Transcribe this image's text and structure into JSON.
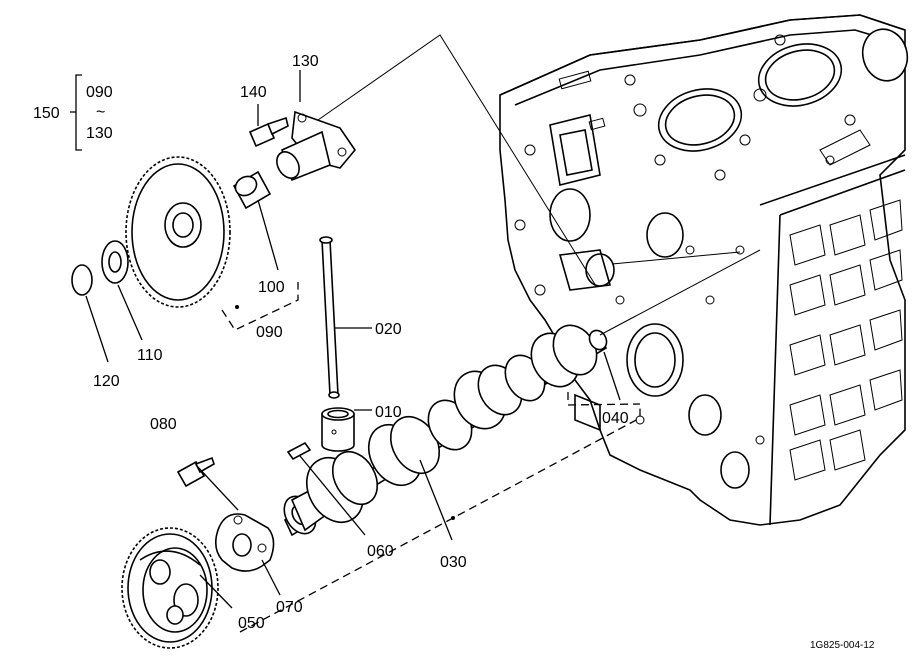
{
  "diagram": {
    "drawing_code": "1G825-004-12",
    "group_label": {
      "code": "150",
      "range_from": "090",
      "range_sep": "~",
      "range_to": "130"
    },
    "callouts": {
      "p010": "010",
      "p020": "020",
      "p030": "030",
      "p040": "040",
      "p050": "050",
      "p060": "060",
      "p070": "070",
      "p080": "080",
      "p090": "090",
      "p100": "100",
      "p110": "110",
      "p120": "120",
      "p130": "130",
      "p140": "140"
    }
  }
}
